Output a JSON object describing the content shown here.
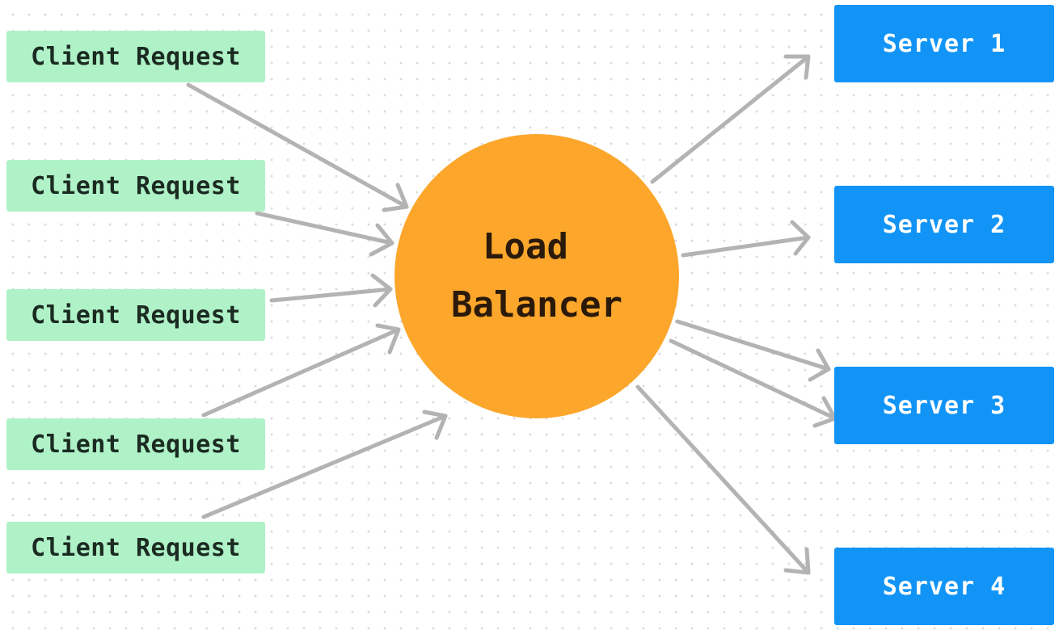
{
  "clients": [
    {
      "label": "Client Request"
    },
    {
      "label": "Client Request"
    },
    {
      "label": "Client Request"
    },
    {
      "label": "Client Request"
    },
    {
      "label": "Client Request"
    }
  ],
  "balancer": {
    "line1": "Load",
    "line2": "Balancer"
  },
  "servers": [
    {
      "label": "Server 1"
    },
    {
      "label": "Server 2"
    },
    {
      "label": "Server 3"
    },
    {
      "label": "Server 4"
    }
  ],
  "colors": {
    "client_fill": "#b0f2c8",
    "server_fill": "#1294f6",
    "balancer_fill": "#fca62b",
    "arrow": "#b3b3b3"
  }
}
